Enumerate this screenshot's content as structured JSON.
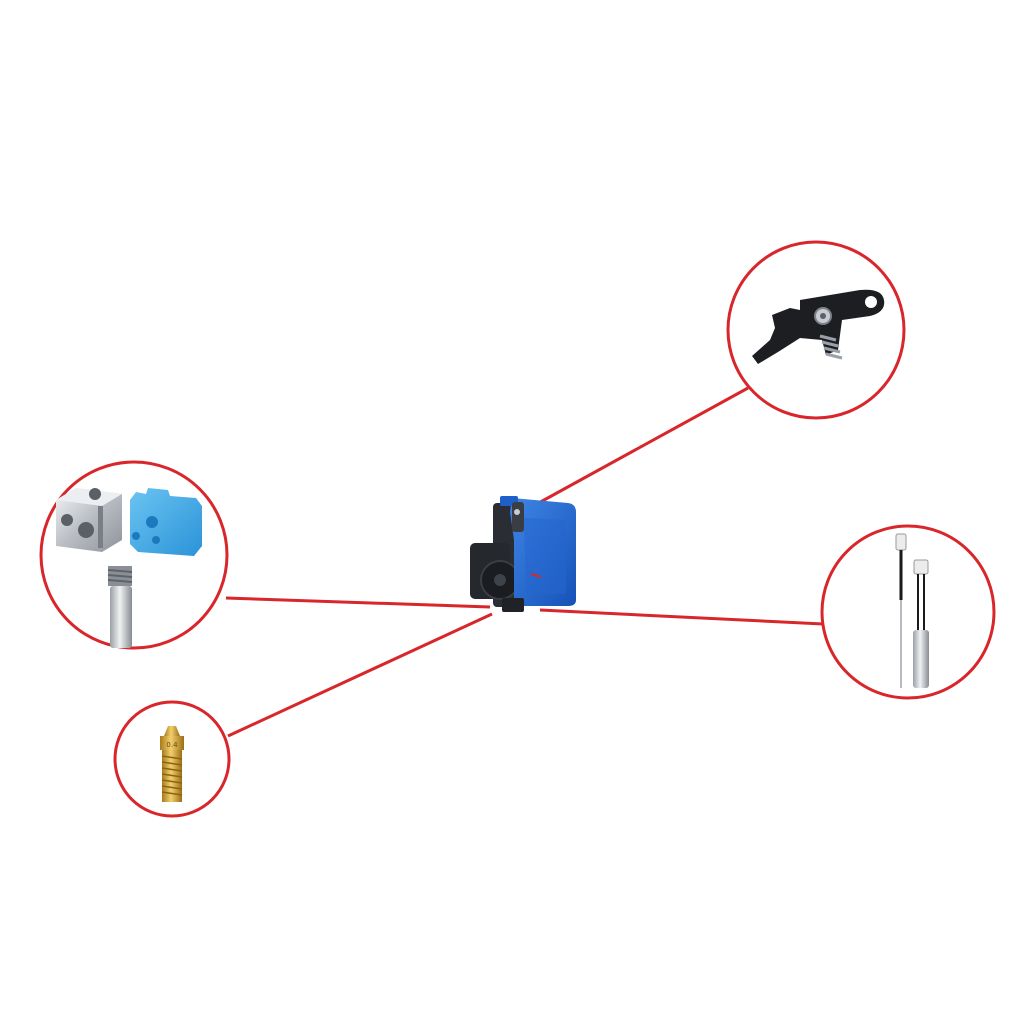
{
  "diagram": {
    "background": "#ffffff",
    "callout_color": "#d8262b",
    "center_part": {
      "name": "hotend-assembly",
      "body_color": "#1f5fc8",
      "frame_color": "#2a2d33"
    },
    "callouts": [
      {
        "id": "extruder-lever",
        "item": "extruder-lever-arm"
      },
      {
        "id": "heater-block-set",
        "item": "heater-block-silicone-sock-throat"
      },
      {
        "id": "thermistor-heater",
        "item": "thermistor-and-heater-cartridge"
      },
      {
        "id": "nozzle",
        "item": "brass-nozzle",
        "marking": "0.4"
      }
    ]
  }
}
